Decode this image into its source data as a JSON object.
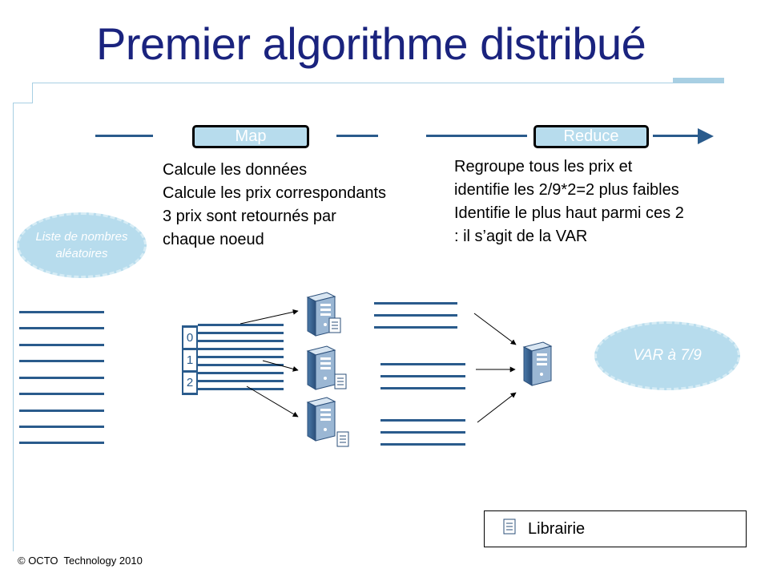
{
  "slide": {
    "title": "Premier algorithme distribué",
    "footer": "© OCTO  Technology 2010"
  },
  "flow": {
    "stages": [
      {
        "label": "Map",
        "description": [
          "Calcule les données",
          "Calcule les prix correspondants",
          "3 prix sont retournés par",
          "chaque noeud"
        ]
      },
      {
        "label": "Reduce",
        "description": [
          "Regroupe tous les prix et",
          "identifie les 2/9*2=2 plus faibles",
          "Identifie le plus haut parmi ces 2",
          ": il s’agit de la VAR"
        ]
      }
    ]
  },
  "diagram": {
    "input_label": "Liste de nombres aléatoires",
    "partition_indices": [
      "0",
      "1",
      "2"
    ],
    "map_nodes": 3,
    "reduce_nodes": 1,
    "output_label": "VAR à 7/9"
  },
  "legend": {
    "items": [
      {
        "icon": "document-icon",
        "label": "Librairie"
      }
    ]
  },
  "colors": {
    "title": "#1a237e",
    "primary_line": "#2a5b8c",
    "light_fill": "#b7dced",
    "accent_rule": "#a8cfe3"
  }
}
